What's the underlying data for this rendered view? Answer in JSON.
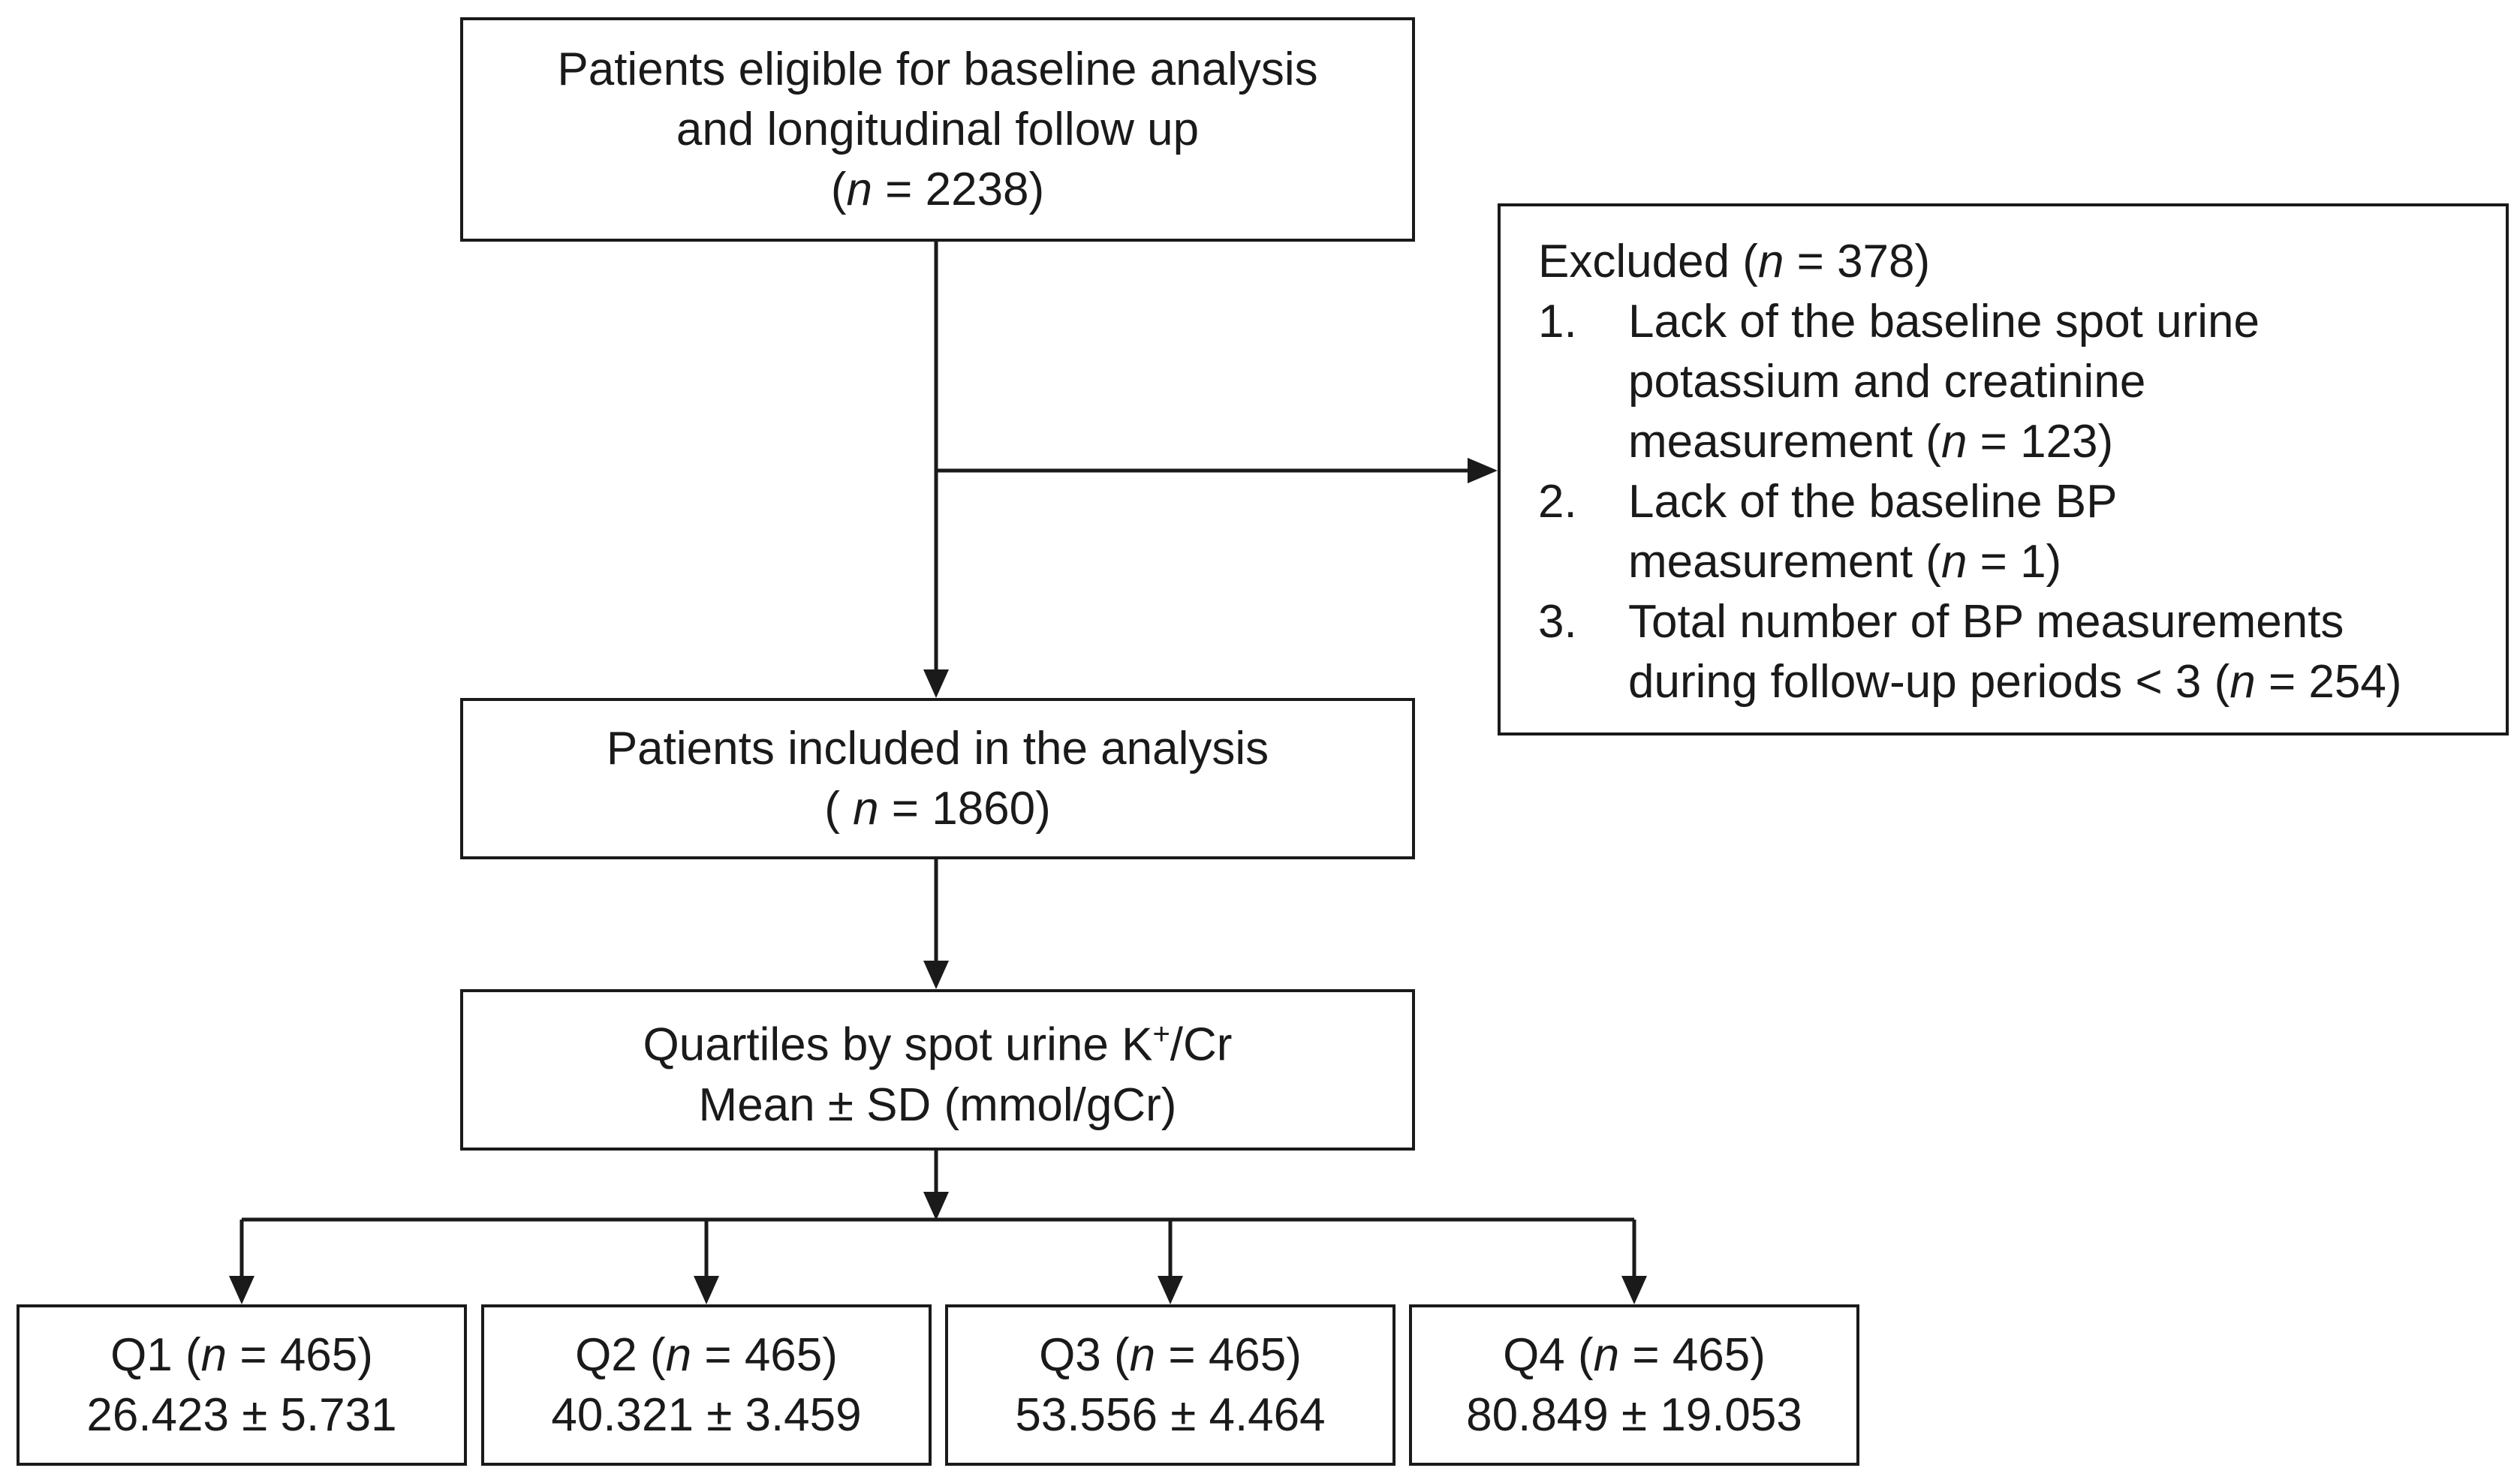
{
  "eligible": {
    "line1": "Patients eligible for baseline analysis",
    "line2": "and longitudinal follow up",
    "n_open": "(",
    "n_italic": "n",
    "n_value": " = 2238)"
  },
  "excluded": {
    "title_prefix": "Excluded (",
    "title_italic": "n",
    "title_suffix": " = 378)",
    "items": [
      {
        "num": "1.",
        "line1": "Lack of the baseline spot urine",
        "line2": "potassium and creatinine",
        "line3_prefix": "measurement (",
        "line3_italic": "n",
        "line3_suffix": " = 123)"
      },
      {
        "num": "2.",
        "line1": "Lack of the baseline BP",
        "line2_prefix": "measurement (",
        "line2_italic": "n",
        "line2_suffix": " = 1)"
      },
      {
        "num": "3.",
        "line1": "Total number of BP measurements",
        "line2_prefix": "during follow-up periods < 3 (",
        "line2_italic": "n",
        "line2_suffix": " = 254)"
      }
    ]
  },
  "included": {
    "line1": "Patients included in the analysis",
    "n_open": "( ",
    "n_italic": "n",
    "n_value": " = 1860)"
  },
  "quartiles": {
    "line1_prefix": "Quartiles by spot urine K",
    "line1_sup": "+",
    "line1_suffix": "/Cr",
    "line2": "Mean ± SD (mmol/gCr)"
  },
  "groups": [
    {
      "label": "Q1 (",
      "italic": "n",
      "count": " = 465)",
      "stat": "26.423 ± 5.731"
    },
    {
      "label": "Q2 (",
      "italic": "n",
      "count": " = 465)",
      "stat": "40.321 ± 3.459"
    },
    {
      "label": "Q3 (",
      "italic": "n",
      "count": " = 465)",
      "stat": "53.556 ± 4.464"
    },
    {
      "label": "Q4 (",
      "italic": "n",
      "count": " = 465)",
      "stat": "80.849 ± 19.053"
    }
  ]
}
